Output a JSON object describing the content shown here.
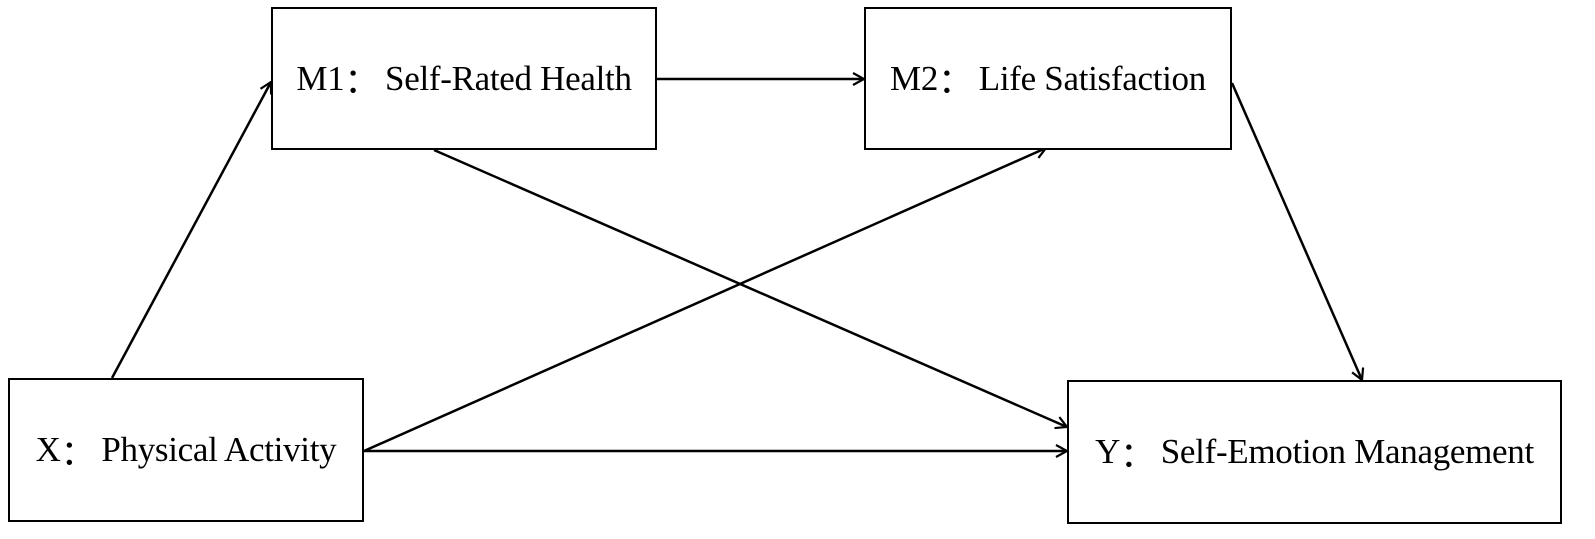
{
  "nodes": {
    "x": {
      "id": "X",
      "separator": "：",
      "label": "Physical Activity"
    },
    "m1": {
      "id": "M1",
      "separator": "：",
      "label": "Self-Rated Health"
    },
    "m2": {
      "id": "M2",
      "separator": "：",
      "label": "Life Satisfaction"
    },
    "y": {
      "id": "Y",
      "separator": "：",
      "label": "Self-Emotion Management"
    }
  },
  "edges": [
    {
      "from": "X",
      "to": "M1"
    },
    {
      "from": "M1",
      "to": "M2"
    },
    {
      "from": "M2",
      "to": "Y"
    },
    {
      "from": "X",
      "to": "Y"
    },
    {
      "from": "M1",
      "to": "Y"
    },
    {
      "from": "X",
      "to": "M2"
    }
  ],
  "colors": {
    "line": "#000000",
    "background": "#ffffff"
  }
}
